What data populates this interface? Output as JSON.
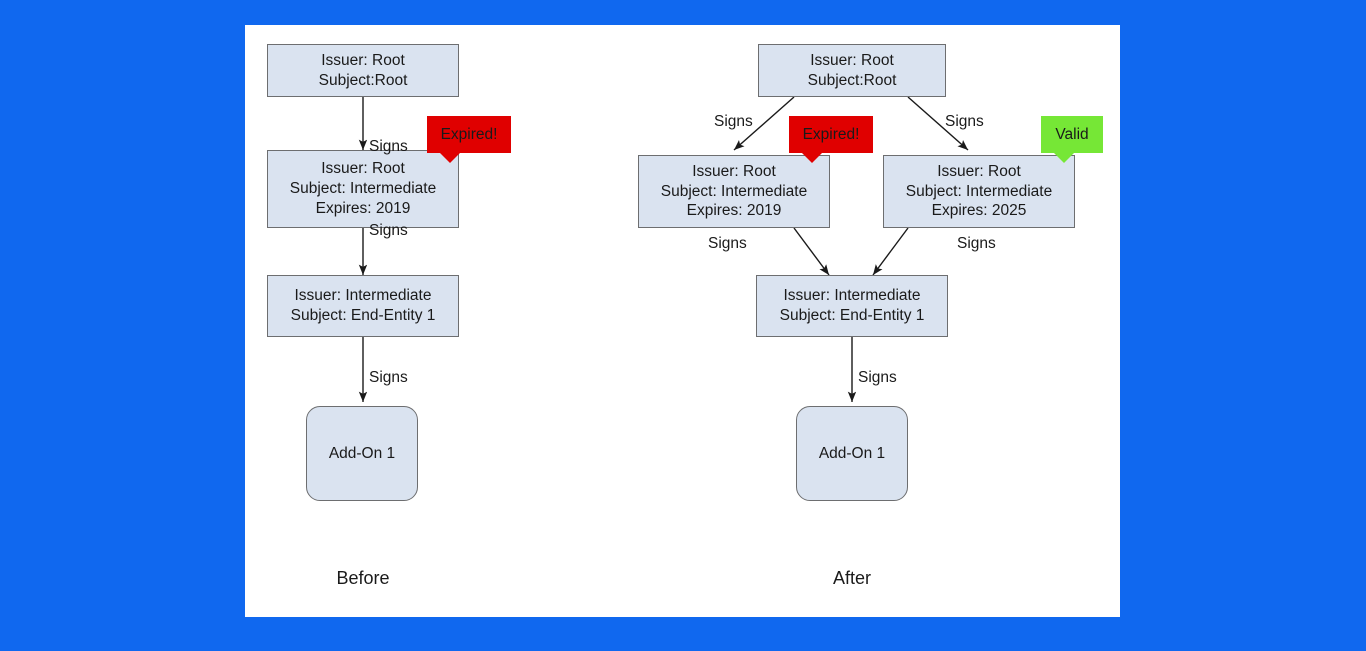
{
  "background_color": "#1068ef",
  "canvas_color": "#ffffff",
  "colors": {
    "node_fill": "#dae3f0",
    "node_border": "#6d6e70",
    "expired_badge": "#e00000",
    "valid_badge": "#76e736",
    "text": "#1a1a1a",
    "arrow": "#1a1a1a"
  },
  "captions": {
    "before": "Before",
    "after": "After"
  },
  "edge_label": "Signs",
  "before": {
    "nodes": [
      {
        "id": "before-root",
        "name": "root-certificate",
        "lines": [
          "Issuer: Root",
          "Subject:Root"
        ],
        "shape": "rect"
      },
      {
        "id": "before-intermediate",
        "name": "intermediate-certificate-expired",
        "lines": [
          "Issuer: Root",
          "Subject: Intermediate",
          "Expires: 2019"
        ],
        "shape": "rect"
      },
      {
        "id": "before-end-entity",
        "name": "end-entity-certificate",
        "lines": [
          "Issuer: Intermediate",
          "Subject: End-Entity 1"
        ],
        "shape": "rect"
      },
      {
        "id": "before-addon",
        "name": "add-on",
        "lines": [
          "Add-On 1"
        ],
        "shape": "rounded-rect"
      }
    ],
    "edges": [
      {
        "from": "before-root",
        "to": "before-intermediate",
        "label": "Signs"
      },
      {
        "from": "before-intermediate",
        "to": "before-end-entity",
        "label": "Signs"
      },
      {
        "from": "before-end-entity",
        "to": "before-addon",
        "label": "Signs"
      }
    ],
    "badges": [
      {
        "id": "before-expired-badge",
        "label": "Expired!",
        "status": "expired",
        "attached_to": "before-intermediate"
      }
    ]
  },
  "after": {
    "nodes": [
      {
        "id": "after-root",
        "name": "root-certificate",
        "lines": [
          "Issuer: Root",
          "Subject:Root"
        ],
        "shape": "rect"
      },
      {
        "id": "after-intermediate-old",
        "name": "intermediate-certificate-expired",
        "lines": [
          "Issuer: Root",
          "Subject: Intermediate",
          "Expires: 2019"
        ],
        "shape": "rect"
      },
      {
        "id": "after-intermediate-new",
        "name": "intermediate-certificate-valid",
        "lines": [
          "Issuer: Root",
          "Subject: Intermediate",
          "Expires: 2025"
        ],
        "shape": "rect"
      },
      {
        "id": "after-end-entity",
        "name": "end-entity-certificate",
        "lines": [
          "Issuer: Intermediate",
          "Subject: End-Entity 1"
        ],
        "shape": "rect"
      },
      {
        "id": "after-addon",
        "name": "add-on",
        "lines": [
          "Add-On 1"
        ],
        "shape": "rounded-rect"
      }
    ],
    "edges": [
      {
        "from": "after-root",
        "to": "after-intermediate-old",
        "label": "Signs"
      },
      {
        "from": "after-root",
        "to": "after-intermediate-new",
        "label": "Signs"
      },
      {
        "from": "after-intermediate-old",
        "to": "after-end-entity",
        "label": "Signs"
      },
      {
        "from": "after-intermediate-new",
        "to": "after-end-entity",
        "label": "Signs"
      },
      {
        "from": "after-end-entity",
        "to": "after-addon",
        "label": "Signs"
      }
    ],
    "badges": [
      {
        "id": "after-expired-badge",
        "label": "Expired!",
        "status": "expired",
        "attached_to": "after-intermediate-old"
      },
      {
        "id": "after-valid-badge",
        "label": "Valid",
        "status": "valid",
        "attached_to": "after-intermediate-new"
      }
    ]
  }
}
